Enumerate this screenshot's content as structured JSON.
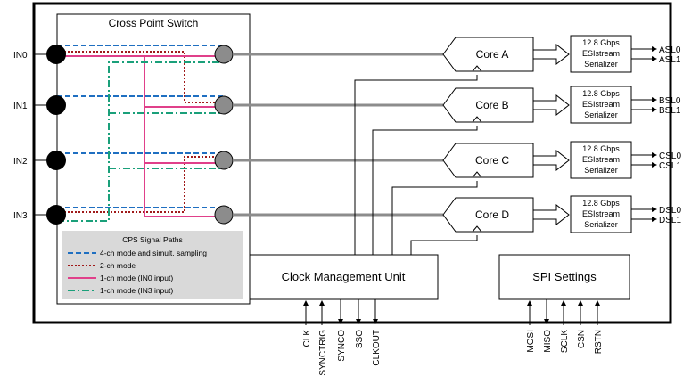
{
  "cps": {
    "title": "Cross Point Switch",
    "legend": {
      "title": "CPS Signal Paths",
      "items": [
        {
          "label": "4-ch mode and simult. sampling",
          "color": "#1f6fc1",
          "style": "dashed"
        },
        {
          "label": "2-ch mode",
          "color": "#a01a1a",
          "style": "dotted"
        },
        {
          "label": "1-ch mode (IN0 input)",
          "color": "#e0408a",
          "style": "solid"
        },
        {
          "label": "1-ch mode (IN3 input)",
          "color": "#1aa07a",
          "style": "dashdot"
        }
      ]
    }
  },
  "inputs": [
    "IN0",
    "IN1",
    "IN2",
    "IN3"
  ],
  "cores": [
    "Core A",
    "Core B",
    "Core C",
    "Core D"
  ],
  "serializers": [
    {
      "line1": "12.8 Gbps",
      "line2": "ESIstream",
      "line3": "Serializer",
      "out1": "ASL0",
      "out2": "ASL1"
    },
    {
      "line1": "12.8 Gbps",
      "line2": "ESIstream",
      "line3": "Serializer",
      "out1": "BSL0",
      "out2": "BSL1"
    },
    {
      "line1": "12.8 Gbps",
      "line2": "ESIstream",
      "line3": "Serializer",
      "out1": "CSL0",
      "out2": "CSL1"
    },
    {
      "line1": "12.8 Gbps",
      "line2": "ESIstream",
      "line3": "Serializer",
      "out1": "DSL0",
      "out2": "DSL1"
    }
  ],
  "cmu": {
    "label": "Clock Management Unit"
  },
  "spi": {
    "label": "SPI Settings"
  },
  "cmu_pins": [
    {
      "label": "CLK",
      "dir": "in"
    },
    {
      "label": "SYNCTRIG",
      "dir": "in"
    },
    {
      "label": "SYNCO",
      "dir": "out"
    },
    {
      "label": "SSO",
      "dir": "out"
    },
    {
      "label": "CLKOUT",
      "dir": "out"
    }
  ],
  "spi_pins": [
    {
      "label": "MOSI",
      "dir": "in"
    },
    {
      "label": "MISO",
      "dir": "out"
    },
    {
      "label": "SCLK",
      "dir": "in"
    },
    {
      "label": "CSN",
      "dir": "in"
    },
    {
      "label": "RSTN",
      "dir": "in"
    }
  ]
}
